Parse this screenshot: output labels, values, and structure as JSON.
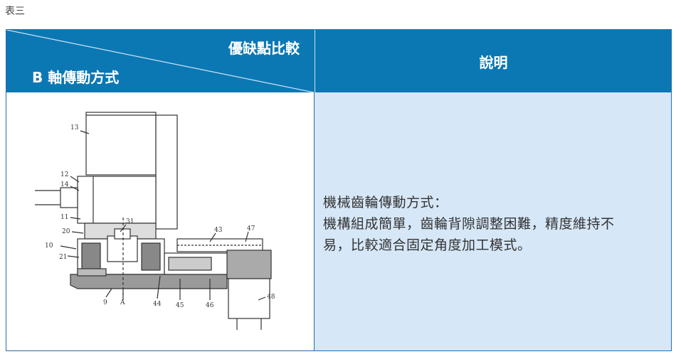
{
  "caption": "表三",
  "header": {
    "top_label": "優缺點比較",
    "bottom_label": "B 軸傳動方式",
    "right_label": "說明"
  },
  "description": {
    "line1": "機械齒輪傳動方式：",
    "line2": "機構組成簡單，齒輪背隙調整困難，精度維持不",
    "line3": "易，比較適合固定角度加工模式。"
  },
  "figure": {
    "labels": {
      "l13": "13",
      "l12": "12",
      "l14": "14",
      "l11": "11",
      "l20": "20",
      "l10": "10",
      "l21": "21",
      "l31": "31",
      "l43": "43",
      "l47": "47",
      "l48": "48",
      "l9": "9",
      "lA": "A",
      "l44": "44",
      "l45": "45",
      "l46": "46"
    }
  },
  "colors": {
    "header_bg": "#0b78b4",
    "desc_bg": "#d6e7f7",
    "border": "#2a6fa8"
  }
}
